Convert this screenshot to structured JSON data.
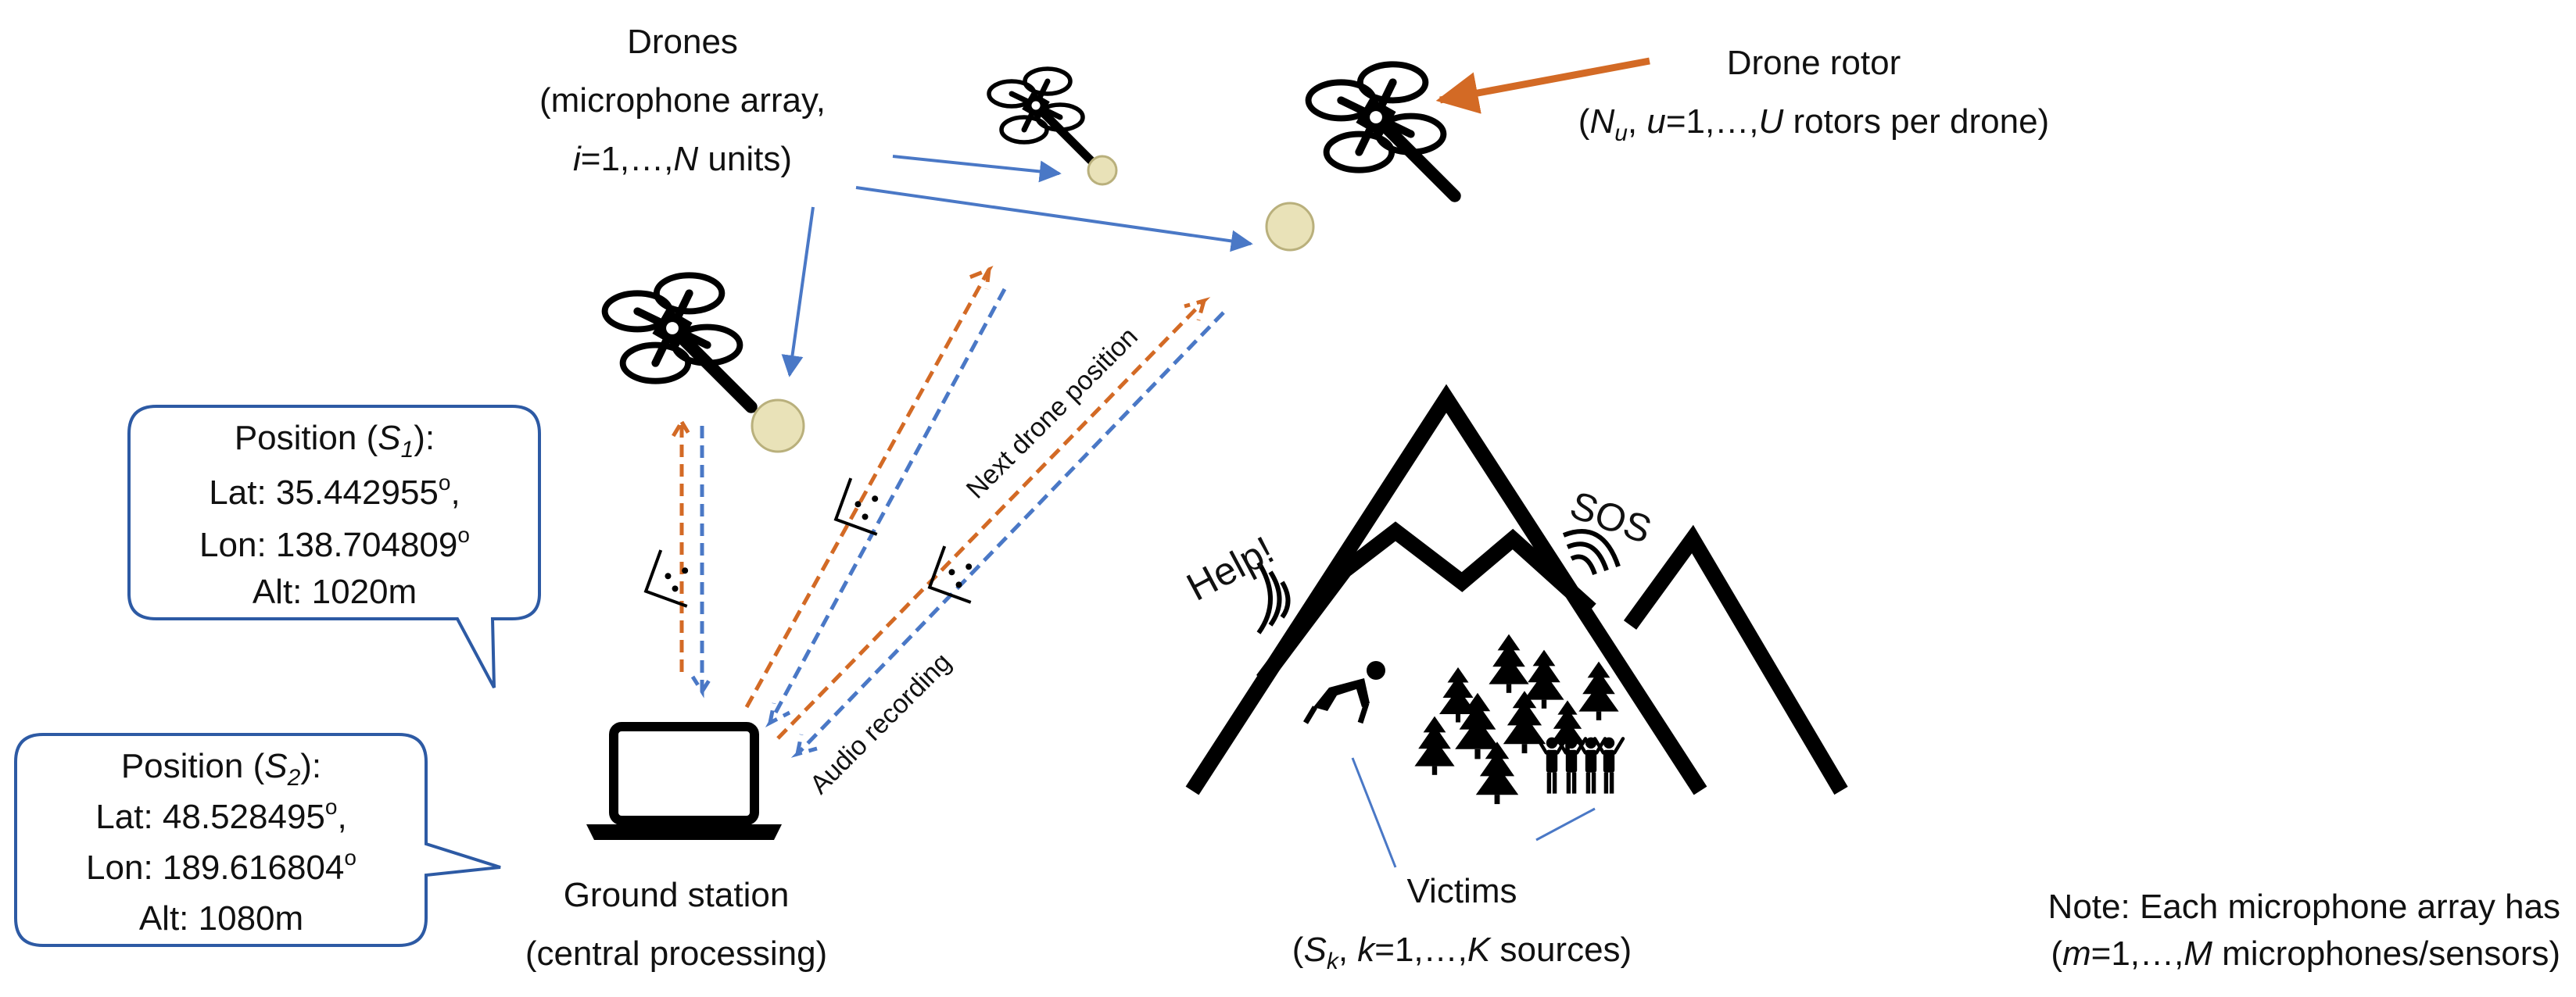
{
  "colors": {
    "orange": "#d36a25",
    "blue": "#4a78c6",
    "stroke": "#000000",
    "drone_mic": "#e9e2b8",
    "bubble_border": "#2d5aa4"
  },
  "drones": {
    "line1": "Drones",
    "line2": "(microphone array,",
    "line3_var": "i",
    "line3_rest": "=1,…,",
    "line3_n": "N",
    "line3_units": " units)"
  },
  "rotor": {
    "line1": "Drone rotor",
    "line2_open": "(",
    "line2_n": "N",
    "line2_sub": "u",
    "line2_comma": ", ",
    "line2_u": "u",
    "line2_mid": "=1,…,",
    "line2_U": "U",
    "line2_rest": " rotors per drone)"
  },
  "bubble1": {
    "pos_label": "Position (",
    "pos_s": "S",
    "pos_sub": "1",
    "pos_end": "):",
    "lat": "Lat: 35.442955",
    "lon": "Lon: 138.704809",
    "deg": "o",
    "alt": "Alt: 1020m"
  },
  "bubble2": {
    "pos_label": "Position (",
    "pos_s": "S",
    "pos_sub": "2",
    "pos_end": "):",
    "lat": "Lat: 48.528495",
    "lon": "Lon: 189.616804",
    "deg": "o",
    "alt": "Alt: 1080m"
  },
  "ground_station": {
    "line1": "Ground station",
    "line2": "(central processing)"
  },
  "labels": {
    "next_position": "Next drone position",
    "audio_recording": "Audio recording",
    "help": "Help!",
    "sos": "SOS"
  },
  "victims": {
    "line1": "Victims",
    "line2_open": "(",
    "line2_s": "S",
    "line2_sub": "k",
    "line2_comma": ", ",
    "line2_k": "k",
    "line2_mid": "=1,…,",
    "line2_K": "K",
    "line2_rest": " sources)"
  },
  "note": {
    "line1": "Note: Each microphone array has",
    "line2_open": "(",
    "line2_m": "m",
    "line2_mid": "=1,…,",
    "line2_M": "M",
    "line2_rest": " microphones/sensors)"
  }
}
